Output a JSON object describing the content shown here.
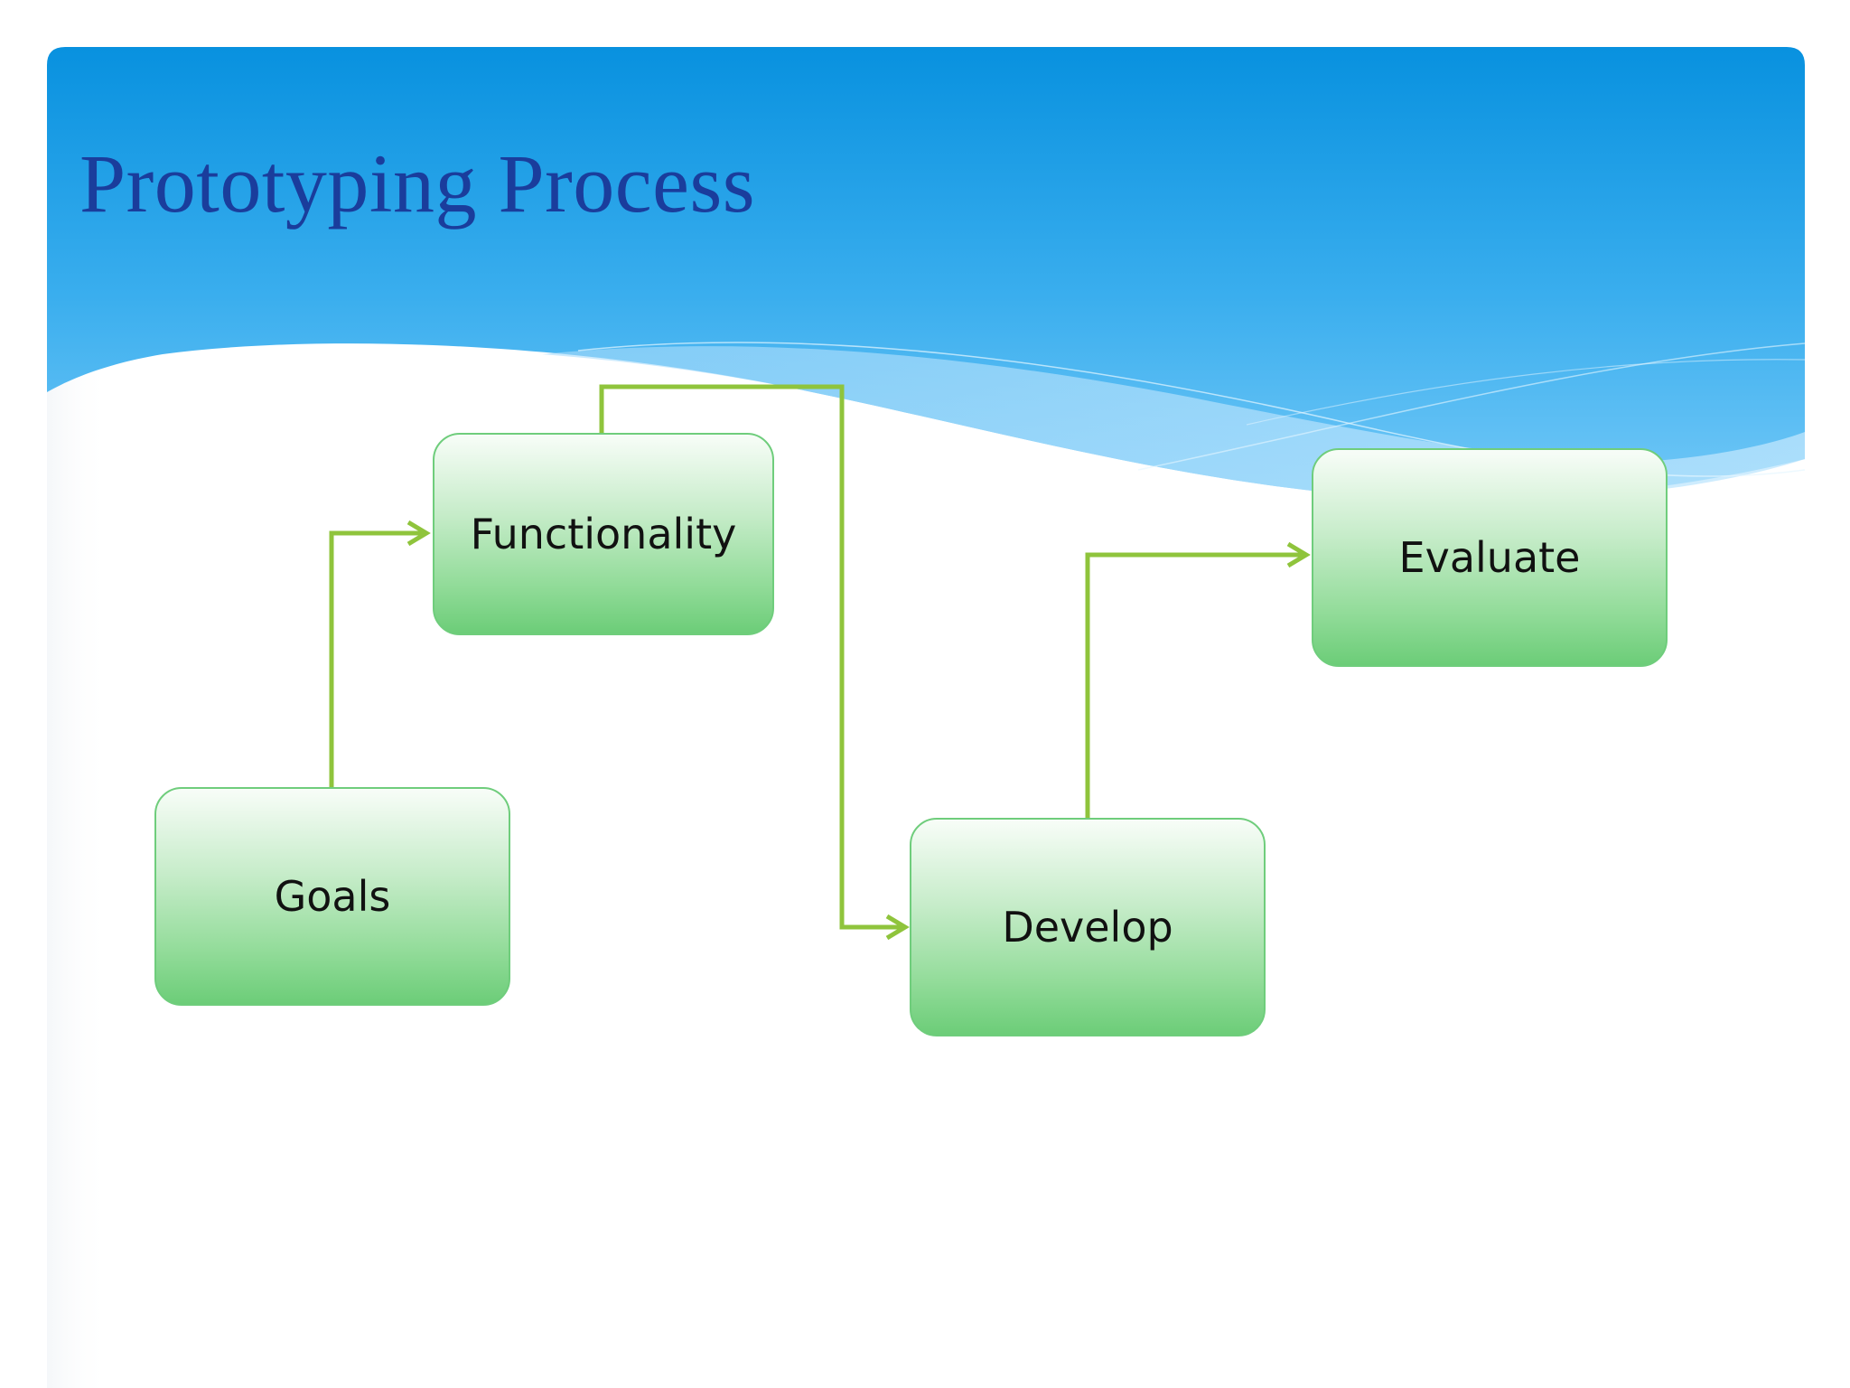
{
  "slide": {
    "title": "Prototyping Process"
  },
  "diagram": {
    "nodes": {
      "goals": "Goals",
      "functionality": "Functionality",
      "develop": "Develop",
      "evaluate": "Evaluate"
    },
    "edges": [
      {
        "from": "goals",
        "to": "functionality"
      },
      {
        "from": "functionality",
        "to": "develop"
      },
      {
        "from": "develop",
        "to": "evaluate"
      }
    ]
  },
  "colors": {
    "title": "#1a3d9c",
    "header_top": "#0a93e0",
    "header_bottom": "#6cc4f6",
    "connector": "#8fc43c",
    "node_border": "#6fcd7c"
  }
}
